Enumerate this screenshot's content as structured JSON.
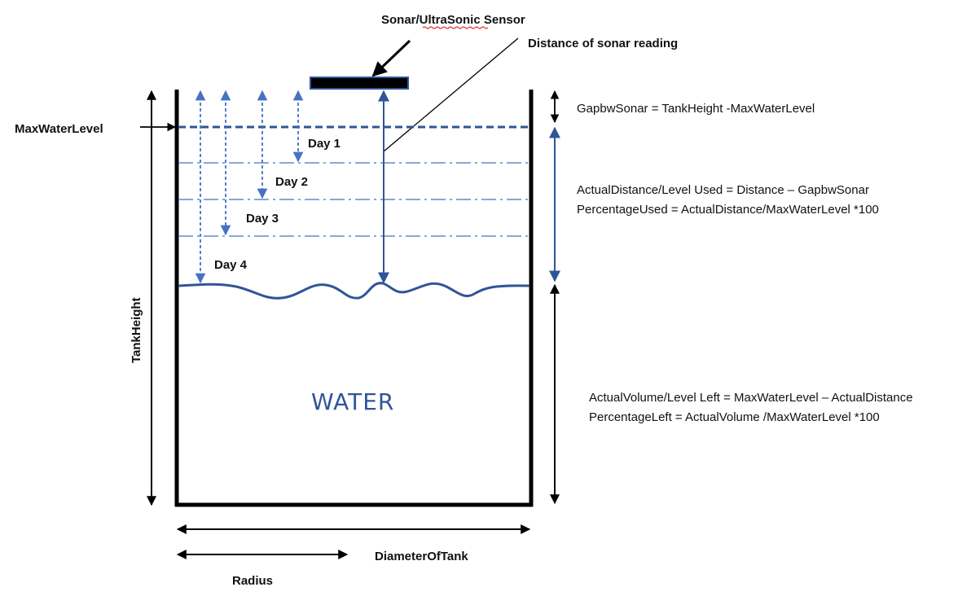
{
  "labels": {
    "sensor": "Sonar/UltraSonic Sensor",
    "distance_reading": "Distance of sonar reading",
    "max_water_level": "MaxWaterLevel",
    "tank_height": "TankHeight",
    "water": "WATER",
    "diameter": "DiameterOfTank",
    "radius": "Radius",
    "days": [
      "Day 1",
      "Day 2",
      "Day 3",
      "Day 4"
    ]
  },
  "equations": {
    "gap": "GapbwSonar = TankHeight -MaxWaterLevel",
    "actual_distance": "ActualDistance/Level Used = Distance – GapbwSonar",
    "percentage_used": "PercentageUsed = ActualDistance/MaxWaterLevel *100",
    "actual_volume": "ActualVolume/Level Left = MaxWaterLevel – ActualDistance",
    "percentage_left": "PercentageLeft = ActualVolume /MaxWaterLevel *100"
  },
  "colors": {
    "tank_wall": "#000000",
    "arrow_blue": "#2f5597",
    "day_blue": "#4472c4",
    "water_text": "#2f5597",
    "sensor_fill": "#000000",
    "sensor_border": "#2f5597"
  }
}
